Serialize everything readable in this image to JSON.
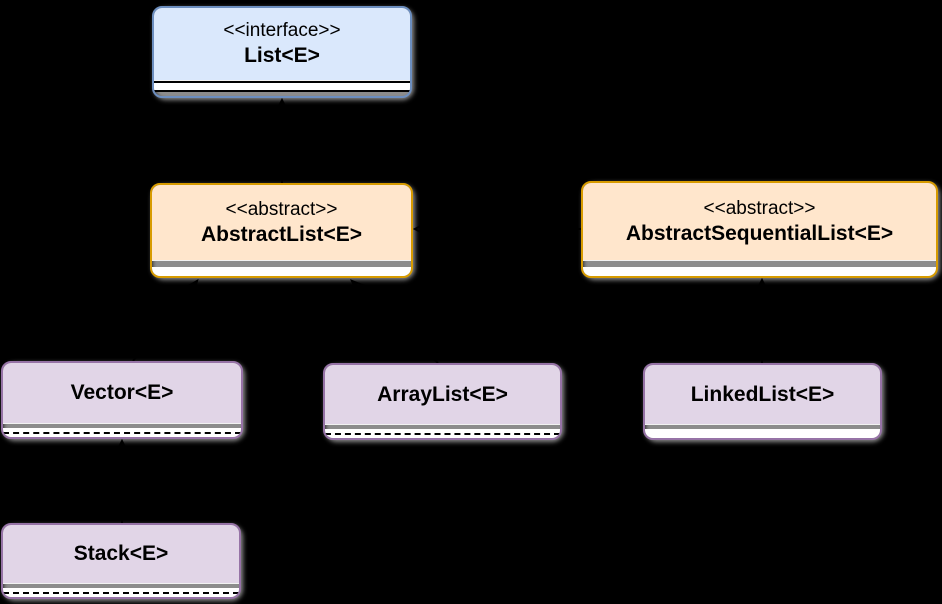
{
  "diagram": {
    "kind": "uml-class-diagram",
    "background": "#000000",
    "shadow_color": "#8c8c8c",
    "connector_color": "#000000",
    "text_color": "#000000"
  },
  "classes": {
    "list": {
      "stereotype": "<<interface>>",
      "name": "List<E>",
      "fill": "#dae8fc",
      "border": "#6c8ebf"
    },
    "abstract_list": {
      "stereotype": "<<abstract>>",
      "name": "AbstractList<E>",
      "fill": "#ffe6cc",
      "border": "#d79b00"
    },
    "abstract_sequential_list": {
      "stereotype": "<<abstract>>",
      "name": "AbstractSequentialList<E>",
      "fill": "#ffe6cc",
      "border": "#d79b00"
    },
    "vector": {
      "stereotype": "",
      "name": "Vector<E>",
      "fill": "#e1d5e7",
      "border": "#9673a6"
    },
    "array_list": {
      "stereotype": "",
      "name": "ArrayList<E>",
      "fill": "#e1d5e7",
      "border": "#9673a6"
    },
    "linked_list": {
      "stereotype": "",
      "name": "LinkedList<E>",
      "fill": "#e1d5e7",
      "border": "#9673a6"
    },
    "stack": {
      "stereotype": "",
      "name": "Stack<E>",
      "fill": "#e1d5e7",
      "border": "#9673a6"
    }
  },
  "relationships": [
    {
      "from": "AbstractList<E>",
      "to": "List<E>",
      "arrowhead": "triangle"
    },
    {
      "from": "AbstractSequentialList<E>",
      "to": "AbstractList<E>",
      "arrowhead": "open"
    },
    {
      "from": "Vector<E>",
      "to": "AbstractList<E>",
      "arrowhead": "open"
    },
    {
      "from": "ArrayList<E>",
      "to": "AbstractList<E>",
      "arrowhead": "open"
    },
    {
      "from": "LinkedList<E>",
      "to": "AbstractSequentialList<E>",
      "arrowhead": "triangle"
    },
    {
      "from": "Stack<E>",
      "to": "Vector<E>",
      "arrowhead": "triangle"
    }
  ]
}
